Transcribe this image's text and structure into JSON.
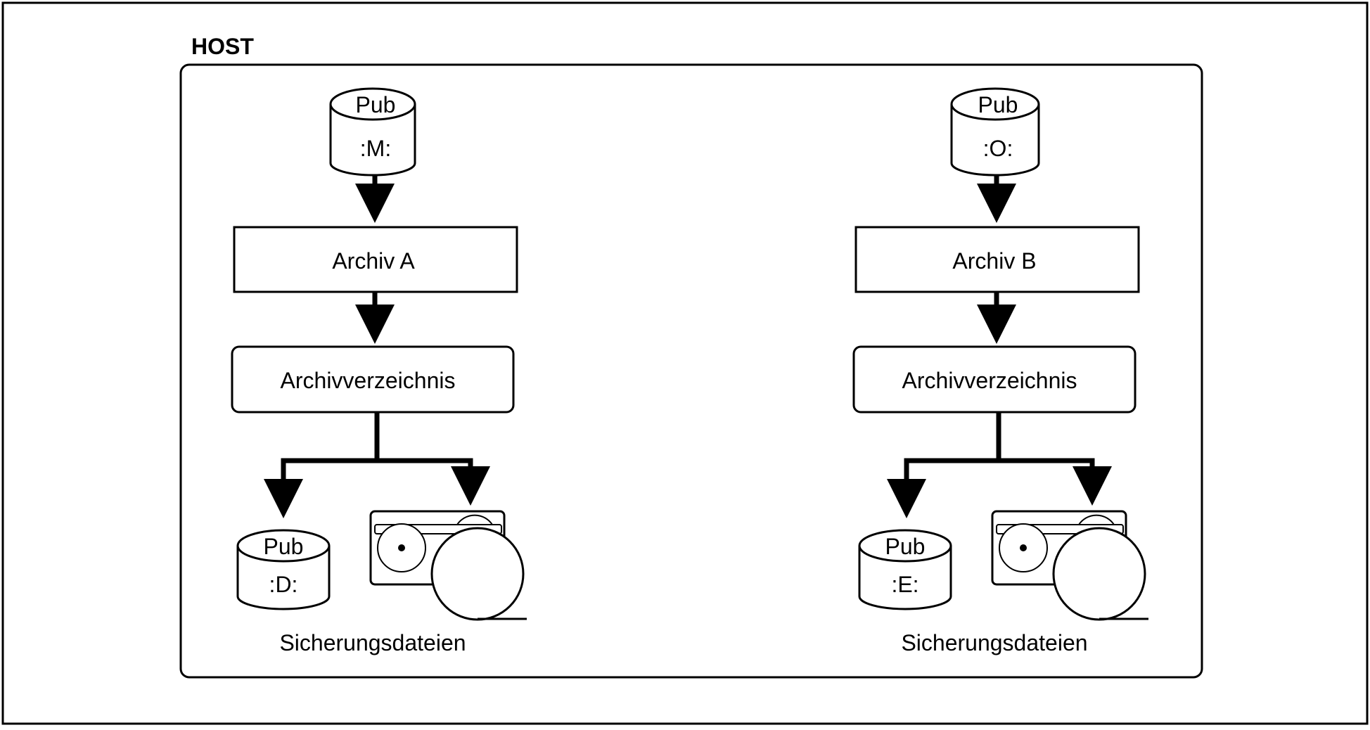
{
  "host_label": "HOST",
  "colors": {
    "stroke": "#000000",
    "background": "#ffffff"
  },
  "columns": [
    {
      "source_disk": {
        "top_label": "Pub",
        "bottom_label": ":M:"
      },
      "archive_label": "Archiv A",
      "directory_label": "Archivverzeichnis",
      "backup_disk": {
        "top_label": "Pub",
        "bottom_label": ":D:"
      },
      "tape_icon": "tape-drive-icon",
      "caption": "Sicherungsdateien"
    },
    {
      "source_disk": {
        "top_label": "Pub",
        "bottom_label": ":O:"
      },
      "archive_label": "Archiv B",
      "directory_label": "Archivverzeichnis",
      "backup_disk": {
        "top_label": "Pub",
        "bottom_label": ":E:"
      },
      "tape_icon": "tape-drive-icon",
      "caption": "Sicherungsdateien"
    }
  ]
}
